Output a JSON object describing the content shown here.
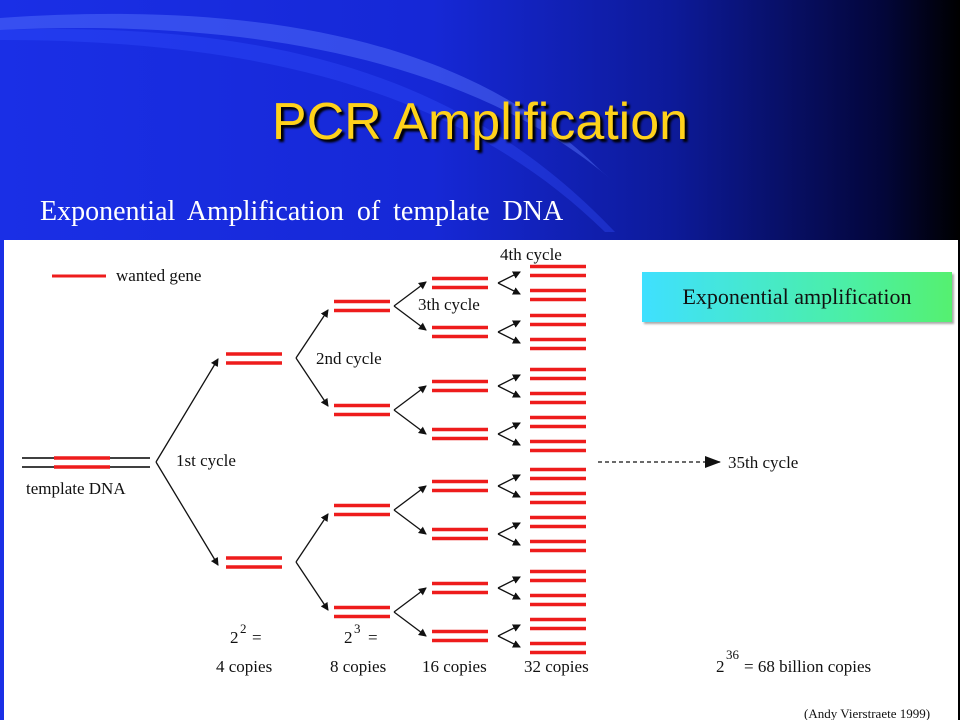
{
  "slide": {
    "title": "PCR Amplification",
    "subtitle": "Exponential Amplification of template DNA"
  },
  "diagram": {
    "legend_label": "wanted gene",
    "template_label": "template DNA",
    "cycles": {
      "c1": "1st cycle",
      "c2": "2nd cycle",
      "c3": "3th cycle",
      "c4": "4th cycle",
      "c35": "35th cycle"
    },
    "exp_box": "Exponential amplification",
    "counts": {
      "c4_base": "2",
      "c4_exp": "2",
      "c4_eq": "=",
      "c4_text": "4 copies",
      "c8_base": "2",
      "c8_exp": "3",
      "c8_eq": "=",
      "c8_text": "8 copies",
      "c16_text": "16 copies",
      "c32_text": "32 copies",
      "final_base": "2",
      "final_exp": "36",
      "final_text": "= 68 billion copies"
    },
    "credit": "(Andy Vierstraete 1999)"
  },
  "colors": {
    "title": "#ffd21a",
    "gene": "#ee1c1c",
    "template_strand": "#000000"
  }
}
